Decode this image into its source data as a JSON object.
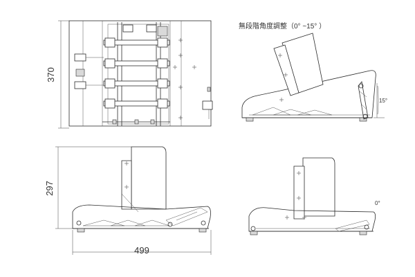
{
  "dimensions": {
    "top_view_height": "370",
    "front_view_height": "297",
    "front_view_width": "499"
  },
  "side_view": {
    "title": "無段階角度調整（0° ~15° ）",
    "angle_label": "15°"
  },
  "flat_view": {
    "angle_label": "0°"
  }
}
